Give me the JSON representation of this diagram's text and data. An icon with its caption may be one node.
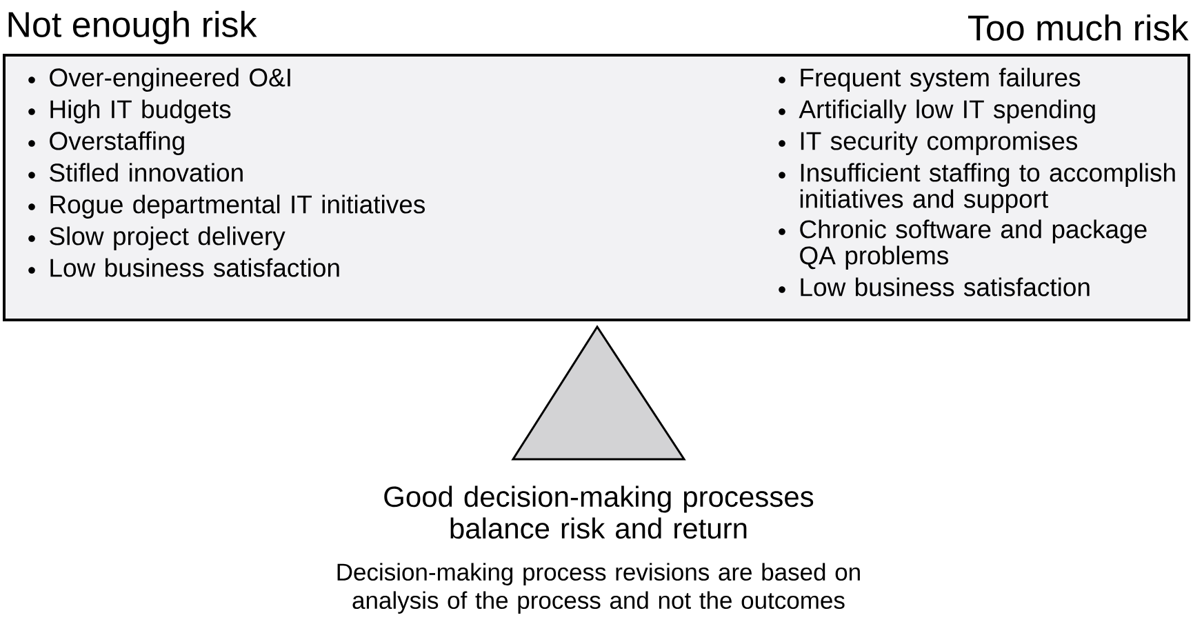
{
  "diagram": {
    "nodes": [
      {
        "text": [
          "Not enough risk",
          "Too much risk",
          "Over-engineered O&I",
          "High IT budgets",
          "Overstaffing",
          "Stifled innovation",
          "Rogue departmental IT initiatives",
          "Slow project delivery",
          "Low business satisfaction",
          "Frequent system failures",
          "Artificially low IT spending",
          "IT security compromises",
          "Insufficient staffing to accomplish initiatives and support",
          "Chronic software and package QA problems",
          "Low business satisfaction"
        ]
      },
      {
        "text": [],
        "shape": "triangle",
        "beside": [
          "Good decision-making processes balance risk and return"
        ]
      }
    ],
    "labels": [
      "Decision-making process revisions are based on analysis of the process and not the outcomes"
    ]
  }
}
